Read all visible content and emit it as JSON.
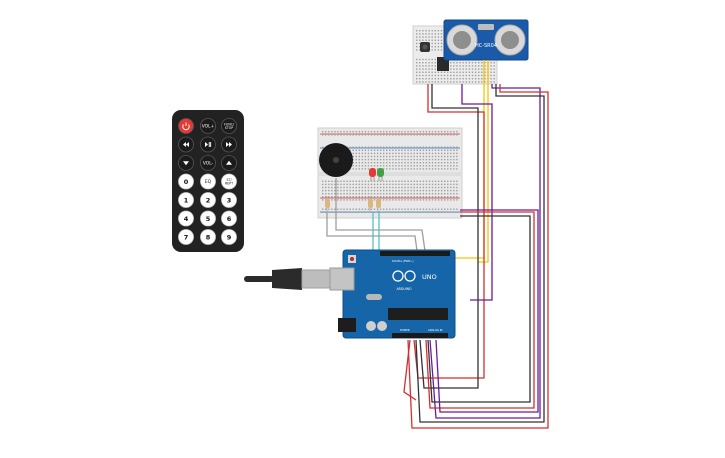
{
  "remote": {
    "buttons": [
      {
        "row": 0,
        "col": 0,
        "label": "",
        "icon": "power-icon",
        "color": "#e53935"
      },
      {
        "row": 0,
        "col": 1,
        "label": "VOL+",
        "icon": "",
        "color": "#1b1b1b"
      },
      {
        "row": 0,
        "col": 2,
        "label": "FUNC/STOP",
        "icon": "",
        "color": "#1b1b1b"
      },
      {
        "row": 1,
        "col": 0,
        "label": "",
        "icon": "rewind-icon",
        "color": "#1b1b1b"
      },
      {
        "row": 1,
        "col": 1,
        "label": "",
        "icon": "play-pause-icon",
        "color": "#1b1b1b"
      },
      {
        "row": 1,
        "col": 2,
        "label": "",
        "icon": "fast-forward-icon",
        "color": "#1b1b1b"
      },
      {
        "row": 2,
        "col": 0,
        "label": "",
        "icon": "down-arrow-icon",
        "color": "#1b1b1b"
      },
      {
        "row": 2,
        "col": 1,
        "label": "VOL-",
        "icon": "",
        "color": "#1b1b1b"
      },
      {
        "row": 2,
        "col": 2,
        "label": "",
        "icon": "up-arrow-icon",
        "color": "#1b1b1b"
      },
      {
        "row": 3,
        "col": 0,
        "label": "0",
        "icon": "",
        "color": "#ffffff"
      },
      {
        "row": 3,
        "col": 1,
        "label": "EQ",
        "icon": "",
        "color": "#ffffff"
      },
      {
        "row": 3,
        "col": 2,
        "label": "ST/REPT",
        "icon": "",
        "color": "#ffffff"
      },
      {
        "row": 4,
        "col": 0,
        "label": "1",
        "icon": "",
        "color": "#ffffff"
      },
      {
        "row": 4,
        "col": 1,
        "label": "2",
        "icon": "",
        "color": "#ffffff"
      },
      {
        "row": 4,
        "col": 2,
        "label": "3",
        "icon": "",
        "color": "#ffffff"
      },
      {
        "row": 5,
        "col": 0,
        "label": "4",
        "icon": "",
        "color": "#ffffff"
      },
      {
        "row": 5,
        "col": 1,
        "label": "5",
        "icon": "",
        "color": "#ffffff"
      },
      {
        "row": 5,
        "col": 2,
        "label": "6",
        "icon": "",
        "color": "#ffffff"
      },
      {
        "row": 6,
        "col": 0,
        "label": "7",
        "icon": "",
        "color": "#ffffff"
      },
      {
        "row": 6,
        "col": 1,
        "label": "8",
        "icon": "",
        "color": "#ffffff"
      },
      {
        "row": 6,
        "col": 2,
        "label": "9",
        "icon": "",
        "color": "#ffffff"
      }
    ]
  },
  "ultrasonic": {
    "model": "HC-SR04"
  },
  "arduino": {
    "brand": "UNO",
    "logo": "ARDUINO",
    "power": "POWER",
    "analog": "ANALOG IN",
    "digital": "DIGITAL (PWM~)"
  },
  "components": {
    "buzzer": "piezo-buzzer",
    "leds": [
      {
        "color": "#e53935"
      },
      {
        "color": "#43a047"
      }
    ],
    "ir_receiver": "ir-receiver"
  },
  "colors": {
    "wire_red": "#d32f2f",
    "wire_black": "#333333",
    "wire_purple": "#6a1b9a",
    "wire_yellow": "#f9c400",
    "wire_cyan": "#4fc3c8",
    "wire_gray": "#9e9e9e",
    "board_blue": "#1565a8",
    "breadboard": "#e9e9e9"
  }
}
